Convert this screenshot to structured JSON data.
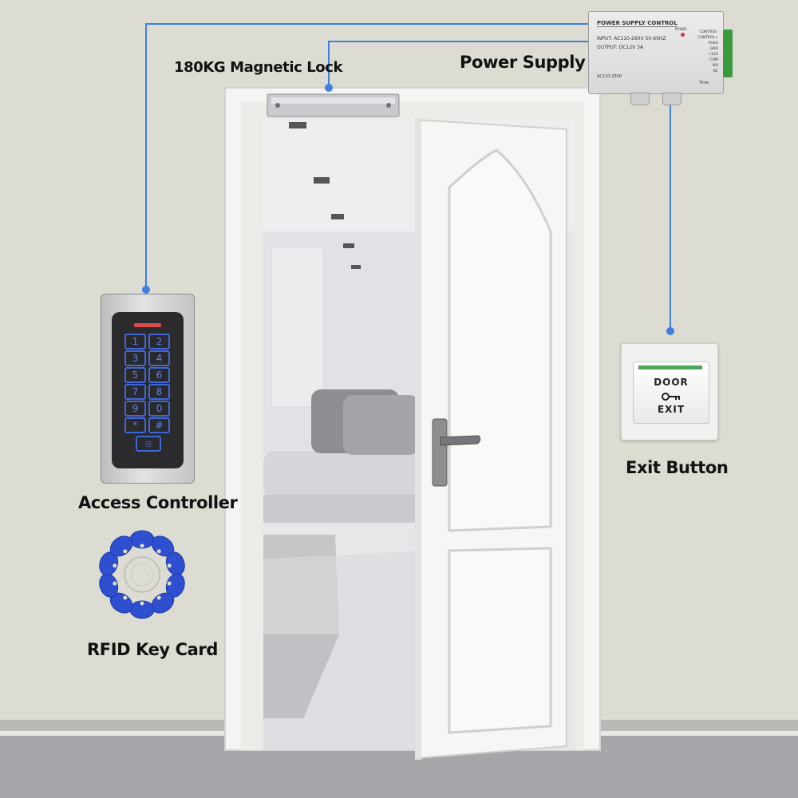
{
  "labels": {
    "magnetic_lock": "180KG Magnetic Lock",
    "power_supply": "Power Supply",
    "access_controller": "Access Controller",
    "exit_button": "Exit Button",
    "rfid_key_card": "RFID Key Card"
  },
  "power_supply_unit": {
    "header": "POWER SUPPLY CONTROL",
    "input": "INPUT: AC110-260V 50-60HZ",
    "output": "OUTPUT: DC12V  3A",
    "model": "AC110-2500",
    "power_led": "POWER",
    "terminals": [
      "CONTROL-",
      "CONTROL+",
      "PUSH",
      "GND",
      "+12V",
      "COM",
      "NO",
      "NC"
    ],
    "time": "Time"
  },
  "keypad": {
    "keys": [
      "1",
      "2",
      "3",
      "4",
      "5",
      "6",
      "7",
      "8",
      "9",
      "0",
      "*",
      "#"
    ],
    "bell": "⍾"
  },
  "exit_switch": {
    "line1": "DOOR",
    "line2": "EXIT"
  },
  "colors": {
    "wire": "#3f7fe0",
    "wall": "#dcdcd2",
    "fob": "#2e4fd0",
    "key_glow": "#5b82f0"
  }
}
